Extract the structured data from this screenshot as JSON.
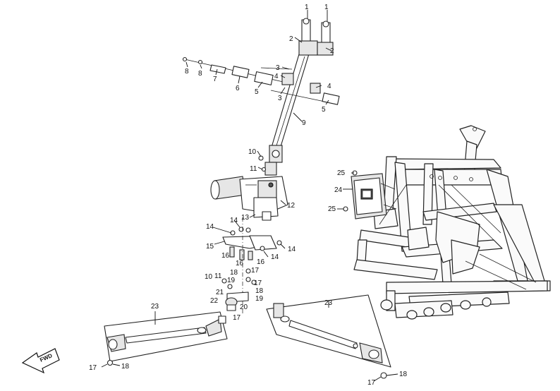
{
  "diagram": {
    "callouts": [
      {
        "id": "c1a",
        "label": "1"
      },
      {
        "id": "c1b",
        "label": "1"
      },
      {
        "id": "c2a",
        "label": "2"
      },
      {
        "id": "c2b",
        "label": "2"
      },
      {
        "id": "c3a",
        "label": "3"
      },
      {
        "id": "c3b",
        "label": "3"
      },
      {
        "id": "c4a",
        "label": "4"
      },
      {
        "id": "c4b",
        "label": "4"
      },
      {
        "id": "c5a",
        "label": "5"
      },
      {
        "id": "c5b",
        "label": "5"
      },
      {
        "id": "c6",
        "label": "6"
      },
      {
        "id": "c7",
        "label": "7"
      },
      {
        "id": "c8a",
        "label": "8"
      },
      {
        "id": "c8b",
        "label": "8"
      },
      {
        "id": "c9",
        "label": "9"
      },
      {
        "id": "c10a",
        "label": "10"
      },
      {
        "id": "c10b",
        "label": "10"
      },
      {
        "id": "c11a",
        "label": "11"
      },
      {
        "id": "c11b",
        "label": "11"
      },
      {
        "id": "c12",
        "label": "12"
      },
      {
        "id": "c13",
        "label": "13"
      },
      {
        "id": "c14a",
        "label": "14"
      },
      {
        "id": "c14b",
        "label": "14"
      },
      {
        "id": "c14c",
        "label": "14"
      },
      {
        "id": "c14d",
        "label": "14"
      },
      {
        "id": "c15",
        "label": "15"
      },
      {
        "id": "c16a",
        "label": "16"
      },
      {
        "id": "c16b",
        "label": "16"
      },
      {
        "id": "c16c",
        "label": "16"
      },
      {
        "id": "c17a",
        "label": "17"
      },
      {
        "id": "c17b",
        "label": "17"
      },
      {
        "id": "c17c",
        "label": "17"
      },
      {
        "id": "c17d",
        "label": "17"
      },
      {
        "id": "c18a",
        "label": "18"
      },
      {
        "id": "c18b",
        "label": "18"
      },
      {
        "id": "c18c",
        "label": "18"
      },
      {
        "id": "c18d",
        "label": "18"
      },
      {
        "id": "c19a",
        "label": "19"
      },
      {
        "id": "c19b",
        "label": "19"
      },
      {
        "id": "c20",
        "label": "20"
      },
      {
        "id": "c21",
        "label": "21"
      },
      {
        "id": "c22",
        "label": "22"
      },
      {
        "id": "c23a",
        "label": "23"
      },
      {
        "id": "c23b",
        "label": "23"
      },
      {
        "id": "c24",
        "label": "24"
      },
      {
        "id": "c25a",
        "label": "25"
      },
      {
        "id": "c25b",
        "label": "25"
      }
    ],
    "fwd_arrow_label": "FWD"
  }
}
